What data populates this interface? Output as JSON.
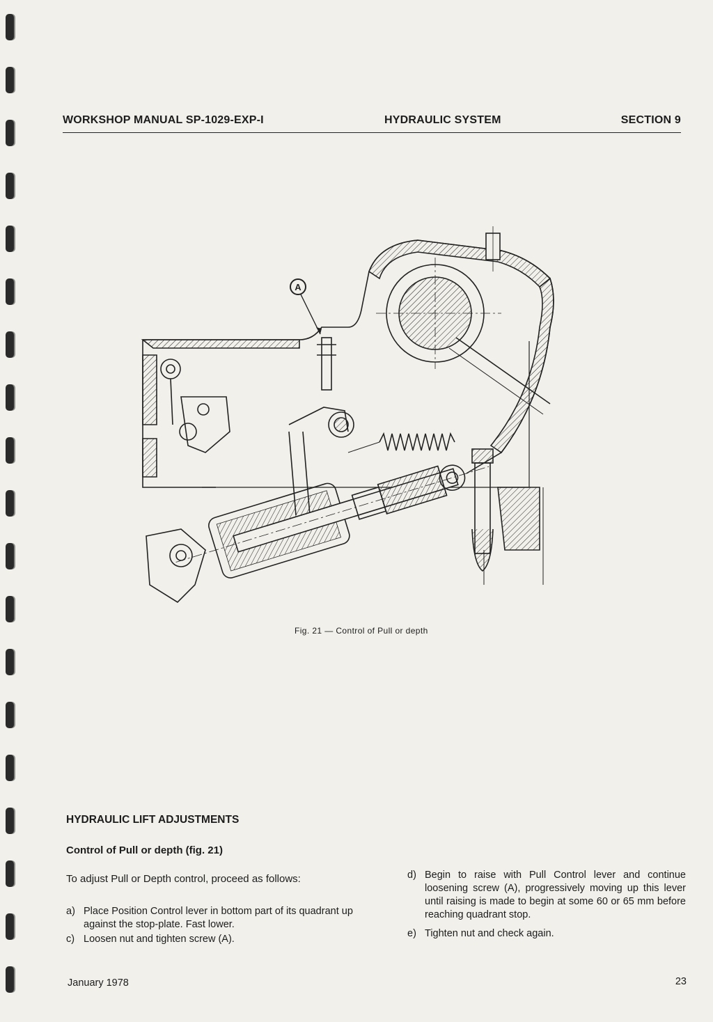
{
  "header": {
    "left": "WORKSHOP MANUAL SP-1029-EXP-I",
    "center": "HYDRAULIC SYSTEM",
    "right": "SECTION 9"
  },
  "figure": {
    "callout": "A",
    "caption": "Fig. 21 — Control of Pull or depth"
  },
  "section": {
    "title": "HYDRAULIC LIFT ADJUSTMENTS",
    "subtitle": "Control of Pull or depth (fig. 21)",
    "intro": "To adjust Pull or Depth control, proceed as follows:",
    "left_items": [
      {
        "label": "a)",
        "text": "Place Position Control lever in bottom part of its quadrant up against the stop-plate. Fast lower."
      },
      {
        "label": "c)",
        "text": "Loosen nut and tighten screw (A)."
      }
    ],
    "right_items": [
      {
        "label": "d)",
        "text": "Begin to raise with Pull Control lever and continue loosening screw (A), progressively moving up this lever until raising is made to begin at some 60 or 65 mm before reaching quadrant stop."
      },
      {
        "label": "e)",
        "text": "Tighten nut and check again."
      }
    ]
  },
  "footer": {
    "date": "January 1978",
    "page": "23"
  }
}
